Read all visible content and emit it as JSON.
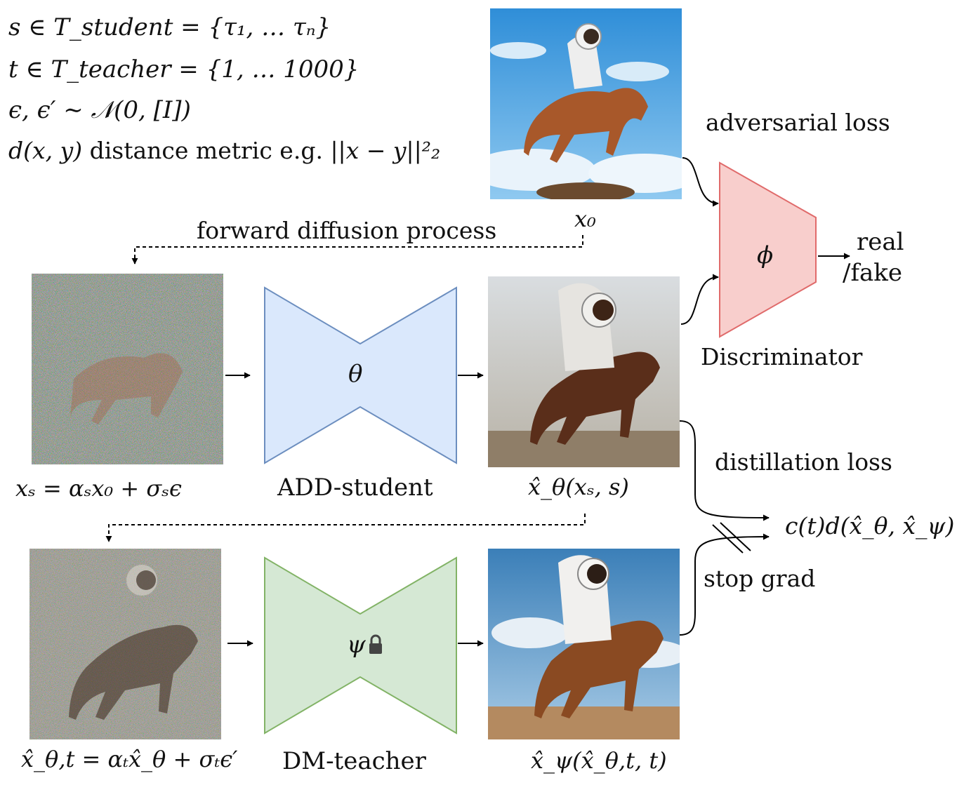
{
  "definitions": {
    "line1": "s ∈ T_student = {τ₁, … τₙ}",
    "line2": "t ∈ T_teacher = {1, … 1000}",
    "line3": "ϵ, ϵ′ ∼ 𝒩(0, [I])",
    "line4_math": "d(x, y)",
    "line4_text": "distance metric e.g.",
    "line4_norm": "||x − y||²₂"
  },
  "labels": {
    "adversarial_loss": "adversarial loss",
    "forward_diffusion": "forward diffusion process",
    "real": "real",
    "fake": "/fake",
    "discriminator": "Discriminator",
    "distillation_loss": "distillation loss",
    "stop_grad": "stop grad",
    "add_student": "ADD-student",
    "dm_teacher": "DM-teacher"
  },
  "symbols": {
    "x0": "x₀",
    "phi": "ϕ",
    "theta": "θ",
    "psi": "ψ",
    "xs_eq": "xₛ = αₛx₀ + σₛϵ",
    "xhat_theta": "x̂_θ(xₛ, s)",
    "xhat_theta_t_eq": "x̂_θ,t = αₜx̂_θ + σₜϵ′",
    "xhat_psi": "x̂_ψ(x̂_θ,t, t)",
    "loss": "c(t)d(x̂_θ, x̂_ψ)"
  },
  "icons": {
    "lock": "lock-icon"
  },
  "colors": {
    "student_fill": "#dae8fc",
    "student_stroke": "#6c8ebf",
    "teacher_fill": "#d5e8d4",
    "teacher_stroke": "#82b366",
    "disc_fill": "#f8cecc",
    "disc_stroke": "#e06b6b"
  }
}
